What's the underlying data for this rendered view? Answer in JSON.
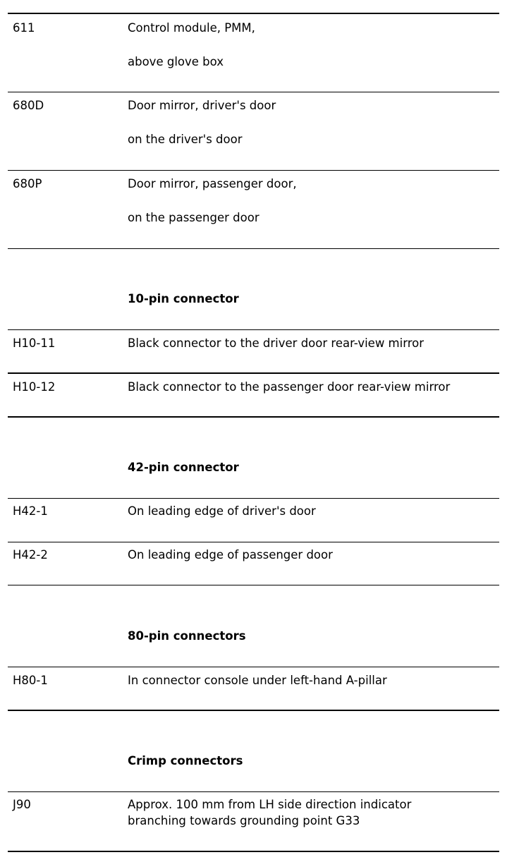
{
  "rows": [
    {
      "code": "611",
      "line1": "Control module, PMM,",
      "line2": "above glove box"
    },
    {
      "code": "680D",
      "line1": "Door mirror, driver's door",
      "line2": "on the driver's door"
    },
    {
      "code": "680P",
      "line1": "Door mirror, passenger door,",
      "line2": "on the passenger door"
    }
  ],
  "sections": {
    "pin10": {
      "heading": "10-pin connector",
      "rows": [
        {
          "code": "H10-11",
          "desc": "Black connector to the driver door rear-view mirror"
        },
        {
          "code": "H10-12",
          "desc": "Black connector to the passenger door rear-view mirror"
        }
      ]
    },
    "pin42": {
      "heading": "42-pin connector",
      "rows": [
        {
          "code": "H42-1",
          "desc": "On leading edge of driver's door"
        },
        {
          "code": "H42-2",
          "desc": "On leading edge of passenger door"
        }
      ]
    },
    "pin80": {
      "heading": "80-pin connectors",
      "rows": [
        {
          "code": "H80-1",
          "desc": "In connector console under left-hand A-pillar"
        }
      ]
    },
    "crimp": {
      "heading": "Crimp connectors",
      "rows": [
        {
          "code": "J90",
          "line1": "Approx. 100 mm from LH side direction indicator",
          "line2": "branching towards grounding point G33"
        }
      ]
    }
  }
}
